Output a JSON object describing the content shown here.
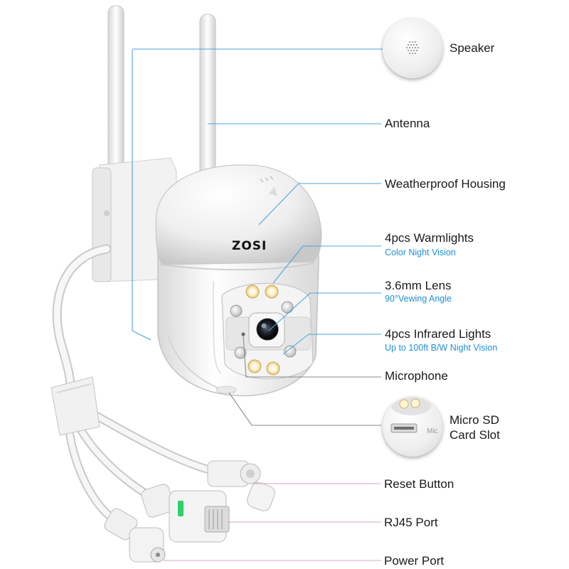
{
  "labels": {
    "speaker": "Speaker",
    "antenna": "Antenna",
    "housing": "Weatherproof Housing",
    "warmlights": "4pcs Warmlights",
    "warmlights_sub": "Color Night Vision",
    "lens": "3.6mm Lens",
    "lens_sub": "90°Vewing Angle",
    "infrared": "4pcs Infrared Lights",
    "infrared_sub": "Up to 100ft B/W Night Vision",
    "microphone": "Microphone",
    "sd_line1": "Micro SD",
    "sd_line2": "Card Slot",
    "reset": "Reset Button",
    "rj45": "RJ45 Port",
    "power": "Power Port"
  },
  "brand": "ZOSI",
  "sd_inset_text": "Mic",
  "colors": {
    "callout_blue": "#4aa3df",
    "callout_gray": "#8a8a8a",
    "callout_pink": "#d9a3c6",
    "sub_text_blue": "#1f8fd8",
    "status_led_green": "#2fcf6a"
  },
  "icons": [
    "speaker-grille-icon",
    "led-warm-icon",
    "led-infrared-icon",
    "lens-icon",
    "sd-card-icon"
  ]
}
